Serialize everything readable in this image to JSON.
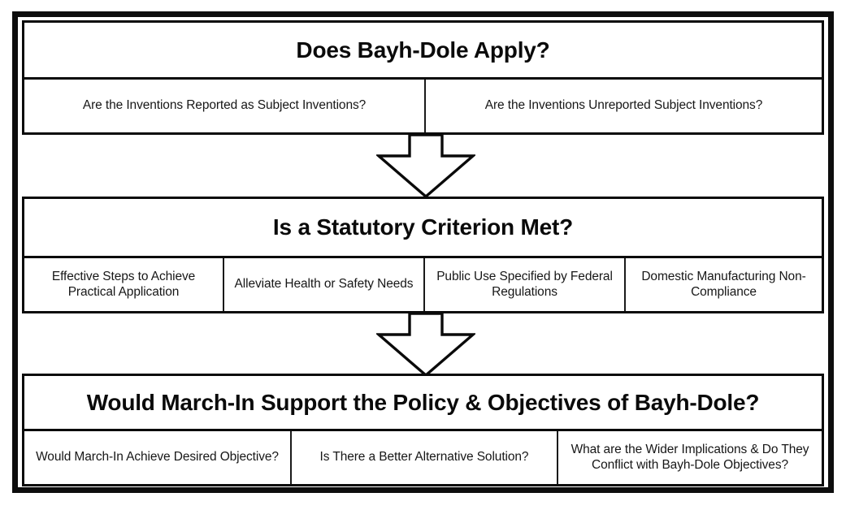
{
  "diagram": {
    "title": "Does Bayh-Dole Apply?",
    "type": "decision-flowchart",
    "flow_direction": "top-to-bottom",
    "stages": [
      {
        "id": "stage-1",
        "title": "Does Bayh-Dole Apply?",
        "cells": [
          "Are the Inventions Reported as Subject Inventions?",
          "Are the Inventions Unreported Subject Inventions?"
        ]
      },
      {
        "id": "stage-2",
        "title": "Is a Statutory Criterion Met?",
        "cells": [
          "Effective Steps to Achieve Practical Application",
          "Alleviate Health or Safety Needs",
          "Public Use Specified by Federal Regulations",
          "Domestic Manufacturing Non-Compliance"
        ]
      },
      {
        "id": "stage-3",
        "title": "Would March-In Support the Policy & Objectives of Bayh-Dole?",
        "cells": [
          "Would March-In Achieve Desired Objective?",
          "Is There a Better Alternative Solution?",
          "What are the Wider Implications & Do They Conflict with Bayh-Dole Objectives?"
        ]
      }
    ],
    "connectors": [
      {
        "id": "arrow-1",
        "icon": "down-block-arrow-icon",
        "from": "stage-1",
        "to": "stage-2"
      },
      {
        "id": "arrow-2",
        "icon": "down-block-arrow-icon",
        "from": "stage-2",
        "to": "stage-3"
      }
    ],
    "colors": {
      "frame": "#0d0d0d",
      "border": "#0a0a0a",
      "text": "#171717",
      "background": "#ffffff"
    }
  }
}
